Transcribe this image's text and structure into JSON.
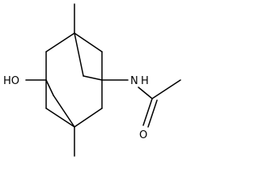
{
  "structure": {
    "labels": {
      "hydroxyl": "HO",
      "amide_nitrogen": "N",
      "amide_nitrogen_h": "H",
      "carbonyl_oxygen": "O"
    }
  },
  "colors": {
    "bond": "#000000",
    "background": "#ffffff"
  }
}
